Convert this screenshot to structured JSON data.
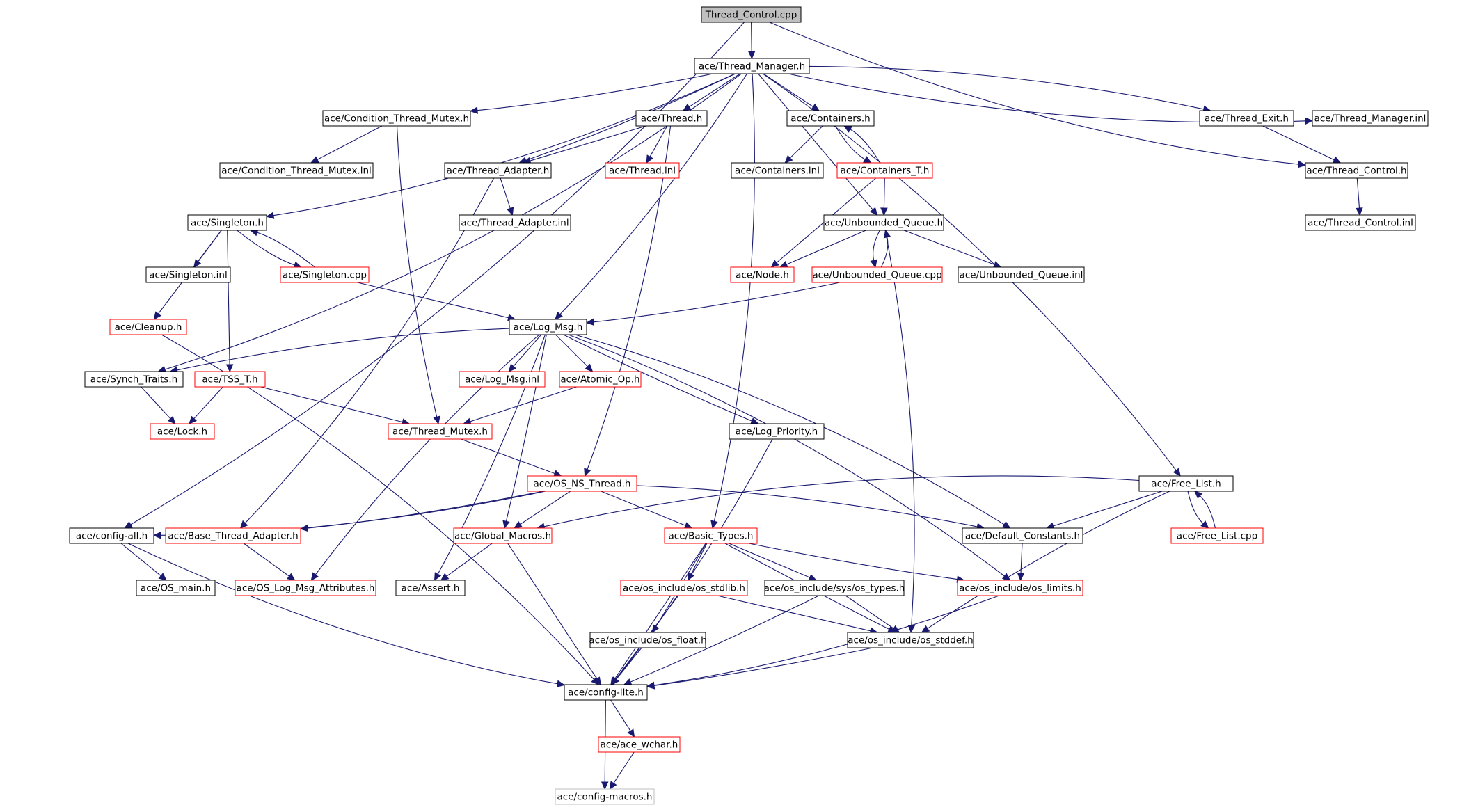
{
  "diagram": {
    "colors": {
      "edge": "#191970",
      "border_normal": "#000000",
      "border_truncated": "#ff0000",
      "border_external": "#bfbfbf",
      "root_fill": "#bfbfbf",
      "background": "#ffffff"
    },
    "nodes": [
      {
        "id": "tc_cpp",
        "label": "Thread_Control.cpp",
        "style": "root"
      },
      {
        "id": "tm_h",
        "label": "ace/Thread_Manager.h",
        "style": "normal"
      },
      {
        "id": "ctm_h",
        "label": "ace/Condition_Thread_Mutex.h",
        "style": "normal"
      },
      {
        "id": "thr_h",
        "label": "ace/Thread.h",
        "style": "normal"
      },
      {
        "id": "cont_h",
        "label": "ace/Containers.h",
        "style": "normal"
      },
      {
        "id": "texit_h",
        "label": "ace/Thread_Exit.h",
        "style": "normal"
      },
      {
        "id": "tm_inl",
        "label": "ace/Thread_Manager.inl",
        "style": "normal"
      },
      {
        "id": "ctm_inl",
        "label": "ace/Condition_Thread_Mutex.inl",
        "style": "normal"
      },
      {
        "id": "tadapt_h",
        "label": "ace/Thread_Adapter.h",
        "style": "normal"
      },
      {
        "id": "thr_inl",
        "label": "ace/Thread.inl",
        "style": "truncated"
      },
      {
        "id": "cont_inl",
        "label": "ace/Containers.inl",
        "style": "normal"
      },
      {
        "id": "contT_h",
        "label": "ace/Containers_T.h",
        "style": "truncated"
      },
      {
        "id": "tctrl_h",
        "label": "ace/Thread_Control.h",
        "style": "normal"
      },
      {
        "id": "single_h",
        "label": "ace/Singleton.h",
        "style": "normal"
      },
      {
        "id": "tadapt_inl",
        "label": "ace/Thread_Adapter.inl",
        "style": "normal"
      },
      {
        "id": "ubq_h",
        "label": "ace/Unbounded_Queue.h",
        "style": "normal"
      },
      {
        "id": "tctrl_inl",
        "label": "ace/Thread_Control.inl",
        "style": "normal"
      },
      {
        "id": "single_inl",
        "label": "ace/Singleton.inl",
        "style": "normal"
      },
      {
        "id": "single_cpp",
        "label": "ace/Singleton.cpp",
        "style": "truncated"
      },
      {
        "id": "node_h",
        "label": "ace/Node.h",
        "style": "truncated"
      },
      {
        "id": "ubq_cpp",
        "label": "ace/Unbounded_Queue.cpp",
        "style": "truncated"
      },
      {
        "id": "ubq_inl",
        "label": "ace/Unbounded_Queue.inl",
        "style": "normal"
      },
      {
        "id": "cleanup_h",
        "label": "ace/Cleanup.h",
        "style": "truncated"
      },
      {
        "id": "logmsg_h",
        "label": "ace/Log_Msg.h",
        "style": "normal"
      },
      {
        "id": "synch_h",
        "label": "ace/Synch_Traits.h",
        "style": "normal"
      },
      {
        "id": "tss_h",
        "label": "ace/TSS_T.h",
        "style": "truncated"
      },
      {
        "id": "logmsg_inl",
        "label": "ace/Log_Msg.inl",
        "style": "truncated"
      },
      {
        "id": "atomic_h",
        "label": "ace/Atomic_Op.h",
        "style": "truncated"
      },
      {
        "id": "lock_h",
        "label": "ace/Lock.h",
        "style": "truncated"
      },
      {
        "id": "tmutex_h",
        "label": "ace/Thread_Mutex.h",
        "style": "truncated"
      },
      {
        "id": "logprio_h",
        "label": "ace/Log_Priority.h",
        "style": "normal"
      },
      {
        "id": "osns_h",
        "label": "ace/OS_NS_Thread.h",
        "style": "truncated"
      },
      {
        "id": "freelist_h",
        "label": "ace/Free_List.h",
        "style": "normal"
      },
      {
        "id": "cfgall_h",
        "label": "ace/config-all.h",
        "style": "normal"
      },
      {
        "id": "bta_h",
        "label": "ace/Base_Thread_Adapter.h",
        "style": "truncated"
      },
      {
        "id": "gmac_h",
        "label": "ace/Global_Macros.h",
        "style": "truncated"
      },
      {
        "id": "btypes_h",
        "label": "ace/Basic_Types.h",
        "style": "truncated"
      },
      {
        "id": "defc_h",
        "label": "ace/Default_Constants.h",
        "style": "normal"
      },
      {
        "id": "freelist_cpp",
        "label": "ace/Free_List.cpp",
        "style": "truncated"
      },
      {
        "id": "osmain_h",
        "label": "ace/OS_main.h",
        "style": "normal"
      },
      {
        "id": "oslma_h",
        "label": "ace/OS_Log_Msg_Attributes.h",
        "style": "truncated"
      },
      {
        "id": "assert_h",
        "label": "ace/Assert.h",
        "style": "normal"
      },
      {
        "id": "stdlib_h",
        "label": "ace/os_include/os_stdlib.h",
        "style": "truncated"
      },
      {
        "id": "systypes_h",
        "label": "ace/os_include/sys/os_types.h",
        "style": "normal"
      },
      {
        "id": "limits_h",
        "label": "ace/os_include/os_limits.h",
        "style": "truncated"
      },
      {
        "id": "float_h",
        "label": "ace/os_include/os_float.h",
        "style": "normal"
      },
      {
        "id": "stddef_h",
        "label": "ace/os_include/os_stddef.h",
        "style": "normal"
      },
      {
        "id": "cfglite_h",
        "label": "ace/config-lite.h",
        "style": "normal"
      },
      {
        "id": "wchar_h",
        "label": "ace/ace_wchar.h",
        "style": "truncated"
      },
      {
        "id": "cfgmac_h",
        "label": "ace/config-macros.h",
        "style": "external"
      }
    ],
    "edges": [
      [
        "tc_cpp",
        "tm_h"
      ],
      [
        "tc_cpp",
        "cfgall_h"
      ],
      [
        "tc_cpp",
        "tctrl_h"
      ],
      [
        "tm_h",
        "ctm_h"
      ],
      [
        "tm_h",
        "thr_h"
      ],
      [
        "tm_h",
        "cont_h"
      ],
      [
        "tm_h",
        "texit_h"
      ],
      [
        "tm_h",
        "tm_inl"
      ],
      [
        "tm_h",
        "single_h"
      ],
      [
        "tm_h",
        "synch_h"
      ],
      [
        "tm_h",
        "tadapt_h"
      ],
      [
        "tm_h",
        "logmsg_h"
      ],
      [
        "tm_h",
        "ubq_h"
      ],
      [
        "tm_h",
        "btypes_h"
      ],
      [
        "tm_h",
        "freelist_h"
      ],
      [
        "ctm_h",
        "ctm_inl"
      ],
      [
        "ctm_h",
        "tmutex_h"
      ],
      [
        "thr_h",
        "tadapt_h"
      ],
      [
        "thr_h",
        "thr_inl"
      ],
      [
        "thr_h",
        "osns_h"
      ],
      [
        "cont_h",
        "cont_inl"
      ],
      [
        "cont_h",
        "contT_h"
      ],
      [
        "contT_h",
        "cont_h"
      ],
      [
        "contT_h",
        "ubq_h"
      ],
      [
        "contT_h",
        "node_h"
      ],
      [
        "texit_h",
        "tctrl_h"
      ],
      [
        "tctrl_h",
        "tctrl_inl"
      ],
      [
        "tadapt_h",
        "tadapt_inl"
      ],
      [
        "tadapt_h",
        "bta_h"
      ],
      [
        "single_h",
        "single_inl"
      ],
      [
        "single_h",
        "single_cpp"
      ],
      [
        "single_cpp",
        "single_h"
      ],
      [
        "single_h",
        "cleanup_h"
      ],
      [
        "single_h",
        "tss_h"
      ],
      [
        "single_cpp",
        "logmsg_h"
      ],
      [
        "ubq_h",
        "node_h"
      ],
      [
        "ubq_h",
        "ubq_cpp"
      ],
      [
        "ubq_cpp",
        "ubq_h"
      ],
      [
        "ubq_h",
        "ubq_inl"
      ],
      [
        "ubq_h",
        "stddef_h"
      ],
      [
        "ubq_cpp",
        "logmsg_h"
      ],
      [
        "cleanup_h",
        "cfglite_h"
      ],
      [
        "logmsg_h",
        "synch_h"
      ],
      [
        "logmsg_h",
        "logmsg_inl"
      ],
      [
        "logmsg_h",
        "atomic_h"
      ],
      [
        "logmsg_h",
        "logprio_h"
      ],
      [
        "logmsg_h",
        "defc_h"
      ],
      [
        "logmsg_h",
        "limits_h"
      ],
      [
        "logmsg_h",
        "gmac_h"
      ],
      [
        "logmsg_h",
        "assert_h"
      ],
      [
        "logmsg_h",
        "oslma_h"
      ],
      [
        "synch_h",
        "lock_h"
      ],
      [
        "tss_h",
        "lock_h"
      ],
      [
        "tss_h",
        "tmutex_h"
      ],
      [
        "atomic_h",
        "tmutex_h"
      ],
      [
        "tmutex_h",
        "osns_h"
      ],
      [
        "logprio_h",
        "cfglite_h"
      ],
      [
        "osns_h",
        "cfgall_h"
      ],
      [
        "osns_h",
        "bta_h"
      ],
      [
        "osns_h",
        "gmac_h"
      ],
      [
        "osns_h",
        "btypes_h"
      ],
      [
        "osns_h",
        "defc_h"
      ],
      [
        "freelist_h",
        "gmac_h"
      ],
      [
        "freelist_h",
        "defc_h"
      ],
      [
        "freelist_h",
        "freelist_cpp"
      ],
      [
        "freelist_cpp",
        "freelist_h"
      ],
      [
        "freelist_h",
        "stddef_h"
      ],
      [
        "cfgall_h",
        "osmain_h"
      ],
      [
        "cfgall_h",
        "cfglite_h"
      ],
      [
        "bta_h",
        "oslma_h"
      ],
      [
        "gmac_h",
        "assert_h"
      ],
      [
        "gmac_h",
        "cfglite_h"
      ],
      [
        "btypes_h",
        "stdlib_h"
      ],
      [
        "btypes_h",
        "systypes_h"
      ],
      [
        "btypes_h",
        "limits_h"
      ],
      [
        "btypes_h",
        "float_h"
      ],
      [
        "btypes_h",
        "stddef_h"
      ],
      [
        "btypes_h",
        "cfglite_h"
      ],
      [
        "defc_h",
        "limits_h"
      ],
      [
        "stdlib_h",
        "stddef_h"
      ],
      [
        "stdlib_h",
        "cfglite_h"
      ],
      [
        "systypes_h",
        "stddef_h"
      ],
      [
        "systypes_h",
        "cfglite_h"
      ],
      [
        "limits_h",
        "cfglite_h"
      ],
      [
        "float_h",
        "cfglite_h"
      ],
      [
        "stddef_h",
        "cfglite_h"
      ],
      [
        "cfglite_h",
        "wchar_h"
      ],
      [
        "cfglite_h",
        "cfgmac_h"
      ],
      [
        "wchar_h",
        "cfgmac_h"
      ]
    ]
  }
}
